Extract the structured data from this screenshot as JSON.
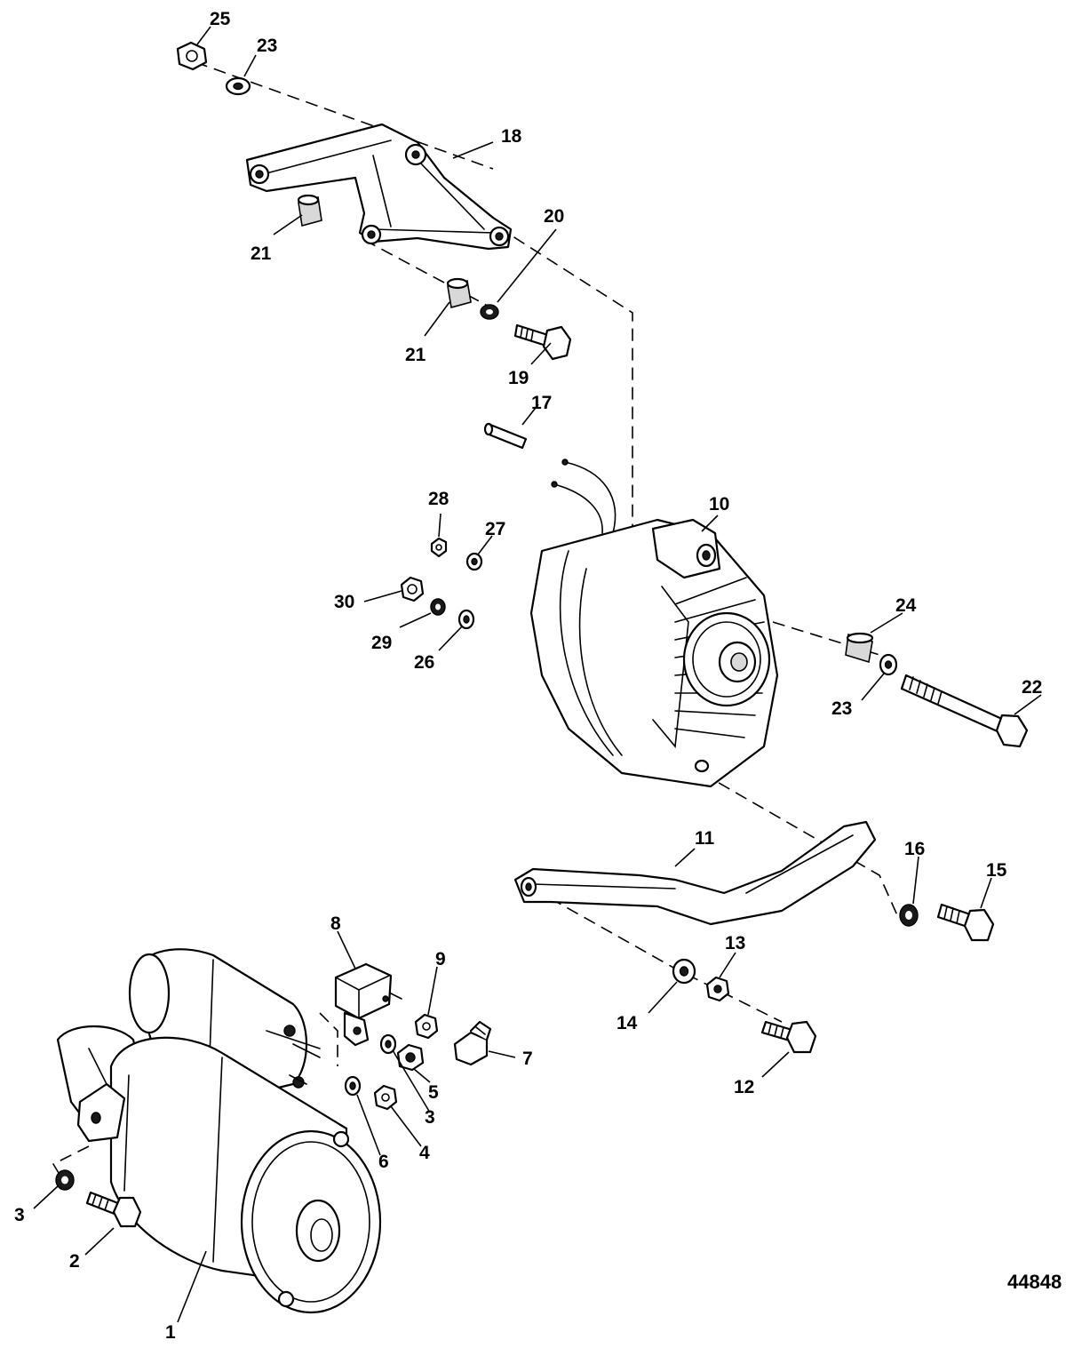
{
  "figure_number": "44848",
  "callouts": {
    "c1": "1",
    "c2": "2",
    "c3a": "3",
    "c3b": "3",
    "c4": "4",
    "c5": "5",
    "c6": "6",
    "c7": "7",
    "c8": "8",
    "c9": "9",
    "c10": "10",
    "c11": "11",
    "c12": "12",
    "c13": "13",
    "c14": "14",
    "c15": "15",
    "c16": "16",
    "c17": "17",
    "c18": "18",
    "c19": "19",
    "c20": "20",
    "c21a": "21",
    "c21b": "21",
    "c22": "22",
    "c23a": "23",
    "c23b": "23",
    "c24": "24",
    "c25": "25",
    "c26": "26",
    "c27": "27",
    "c28": "28",
    "c29": "29",
    "c30": "30"
  }
}
